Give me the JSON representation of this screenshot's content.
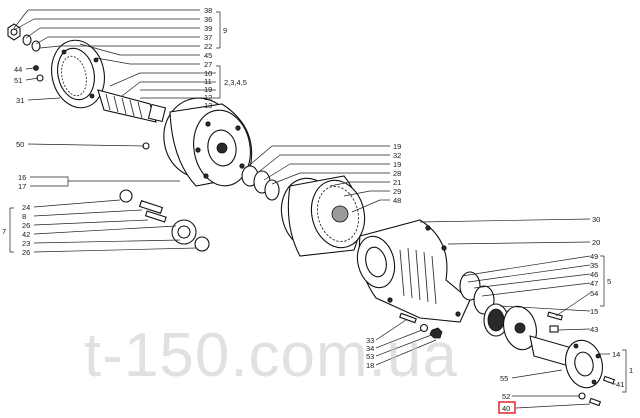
{
  "watermark": "t-150.com.ua",
  "highlighted_label": "40",
  "labels": {
    "l38": "38",
    "l36": "36",
    "l39": "39",
    "l37": "37",
    "l22": "22",
    "l45": "45",
    "l27": "27",
    "l10": "10",
    "l11": "11",
    "l19a": "19",
    "l12": "12",
    "l13": "13",
    "l44": "44",
    "l51": "51",
    "l31": "31",
    "l50": "50",
    "l16": "16",
    "l17": "17",
    "l24": "24",
    "l8": "8",
    "l26a": "26",
    "l42": "42",
    "l23": "23",
    "l26b": "26",
    "l19b": "19",
    "l32": "32",
    "l19c": "19",
    "l28": "28",
    "l21": "21",
    "l29": "29",
    "l48": "48",
    "l30": "30",
    "l20": "20",
    "l49": "49",
    "l35": "35",
    "l46": "46",
    "l47": "47",
    "l54": "54",
    "l15": "15",
    "l43": "43",
    "l14": "14",
    "l41": "41",
    "l33": "33",
    "l34": "34",
    "l53": "53",
    "l18": "18",
    "l55": "55",
    "l52": "52",
    "l40": "40"
  },
  "groups": {
    "g9": "9",
    "g2345": "2,3,4,5",
    "g7": "7",
    "g5": "5",
    "g1": "1"
  }
}
